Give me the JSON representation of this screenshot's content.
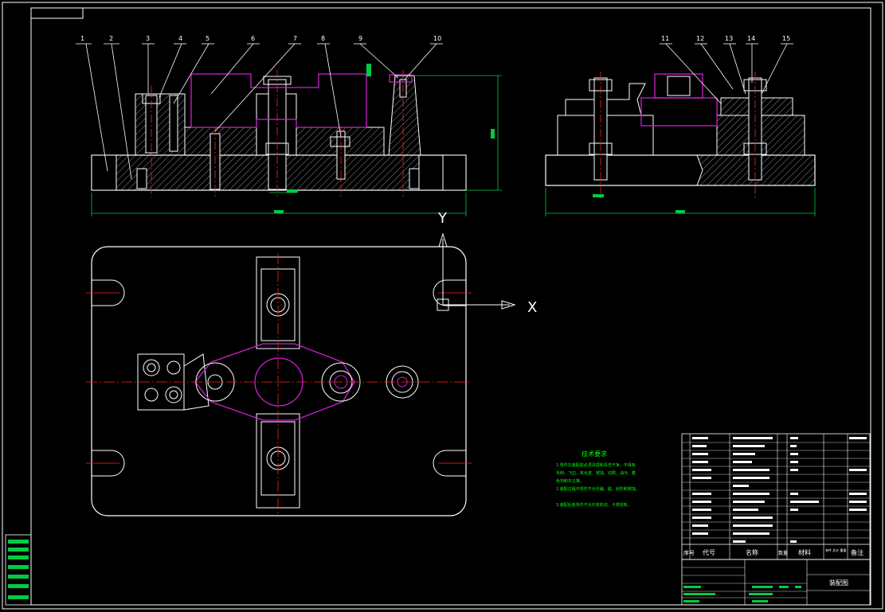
{
  "drawing": {
    "part_numbers_front": [
      "1",
      "2",
      "3",
      "4",
      "5",
      "6",
      "7",
      "8",
      "9",
      "10"
    ],
    "part_numbers_side": [
      "11",
      "12",
      "13",
      "14",
      "15"
    ],
    "axis_x": "X",
    "axis_y": "Y"
  },
  "notes": {
    "title": "技术要求",
    "line1": "1.零件在装配前必须清理和清洗干净，不得有",
    "line2": "毛刺、飞边、氧化皮、锈蚀、切屑、油污、着",
    "line3": "色剂和灰尘等。",
    "line4": "2.装配过程中零件不允许磕、碰、划伤和锈蚀。",
    "line5": "3.装配后各零件不允许有松动、卡滞现象。"
  },
  "bom": {
    "header_seq": "序号",
    "header_code": "代号",
    "header_name": "名称",
    "header_qty": "数量",
    "header_material": "材料",
    "header_weight": "单件 总计 重量",
    "header_remark": "备注"
  },
  "title_block": {
    "drawing_name": "装配图"
  },
  "colors": {
    "outline": "#ffffff",
    "centerline": "#ff2020",
    "workpiece": "#d020d0",
    "dimension": "#00cc44",
    "notes": "#00ff00",
    "hatch": "#ffffff"
  }
}
